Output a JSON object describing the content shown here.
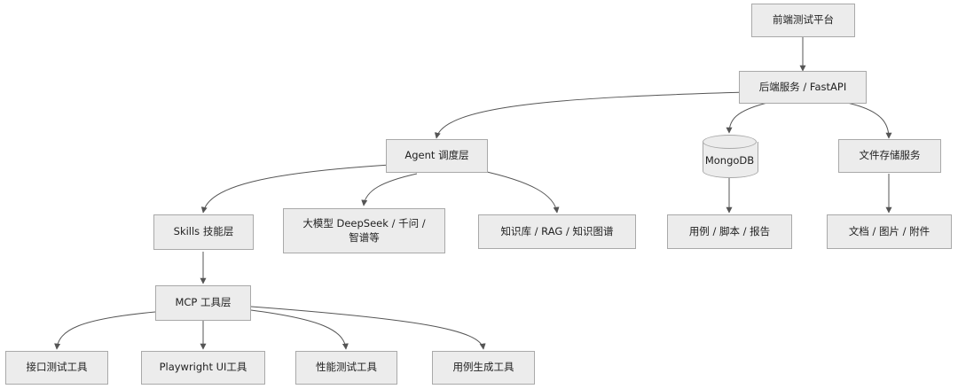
{
  "nodes": {
    "frontend": "前端测试平台",
    "backend": "后端服务 / FastAPI",
    "agent": "Agent 调度层",
    "mongodb": "MongoDB",
    "file_storage": "文件存储服务",
    "skills": "Skills 技能层",
    "llm": "大模型 DeepSeek / 千问 / 智谱等",
    "knowledge": "知识库 / RAG / 知识图谱",
    "test_data": "用例 / 脚本 / 报告",
    "files": "文档 / 图片 / 附件",
    "mcp": "MCP 工具层",
    "api_tool": "接口测试工具",
    "playwright_tool": "Playwright UI工具",
    "perf_tool": "性能测试工具",
    "case_gen_tool": "用例生成工具"
  },
  "colors": {
    "node_fill": "#ececec",
    "node_border": "#a9a9a9",
    "edge": "#555555"
  }
}
